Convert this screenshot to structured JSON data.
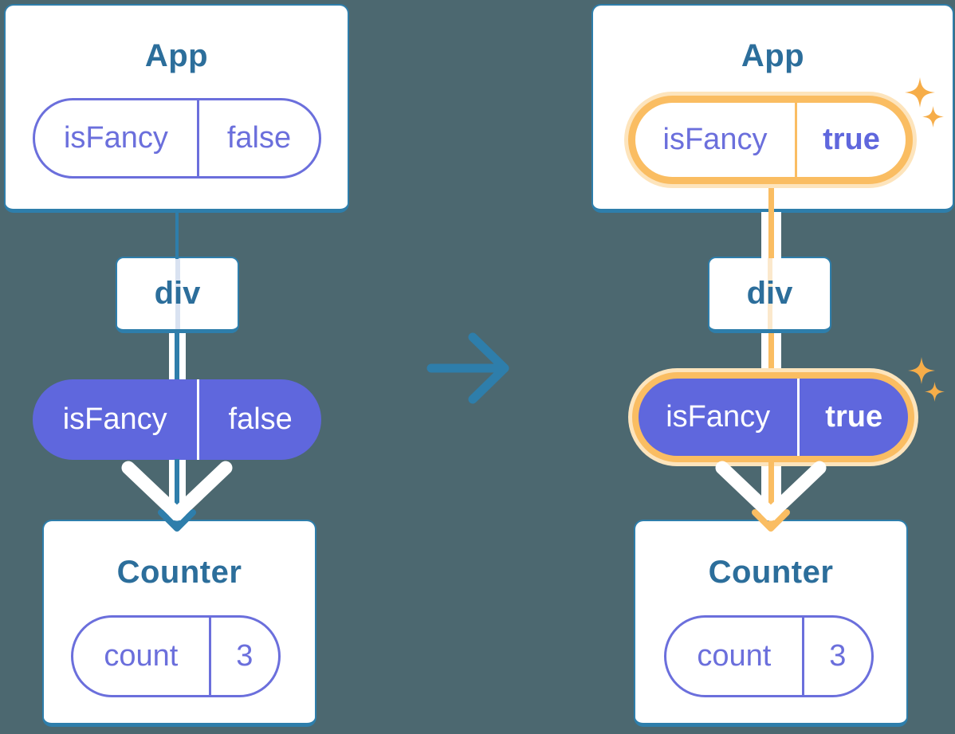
{
  "diagram_title": "Passing isFancy prop down the component tree (before and after state change)",
  "colors": {
    "background": "#4C6870",
    "card_border": "#2E7EAB",
    "heading_text": "#2C6E9B",
    "purple_fill": "#5F67DD",
    "purple_outline": "#6B6FDC",
    "highlight_orange": "#FABD62",
    "highlight_halo": "#FDE4BC",
    "sparkle": "#F6AD49",
    "inner_line_blue": "#D9E2F1",
    "inner_line_orange": "#FBE8CC",
    "white": "#FFFFFF"
  },
  "icons": {
    "transition_arrow": "right-arrow",
    "flow_arrowhead": "chevron-down",
    "sparkle": "four-point-star"
  },
  "before": {
    "app": {
      "title": "App",
      "prop_name": "isFancy",
      "prop_value": "false"
    },
    "container": {
      "label": "div"
    },
    "passed_prop": {
      "name": "isFancy",
      "value": "false"
    },
    "counter": {
      "title": "Counter",
      "state_name": "count",
      "state_value": "3"
    }
  },
  "after": {
    "app": {
      "title": "App",
      "prop_name": "isFancy",
      "prop_value": "true"
    },
    "container": {
      "label": "div"
    },
    "passed_prop": {
      "name": "isFancy",
      "value": "true"
    },
    "counter": {
      "title": "Counter",
      "state_name": "count",
      "state_value": "3"
    }
  }
}
